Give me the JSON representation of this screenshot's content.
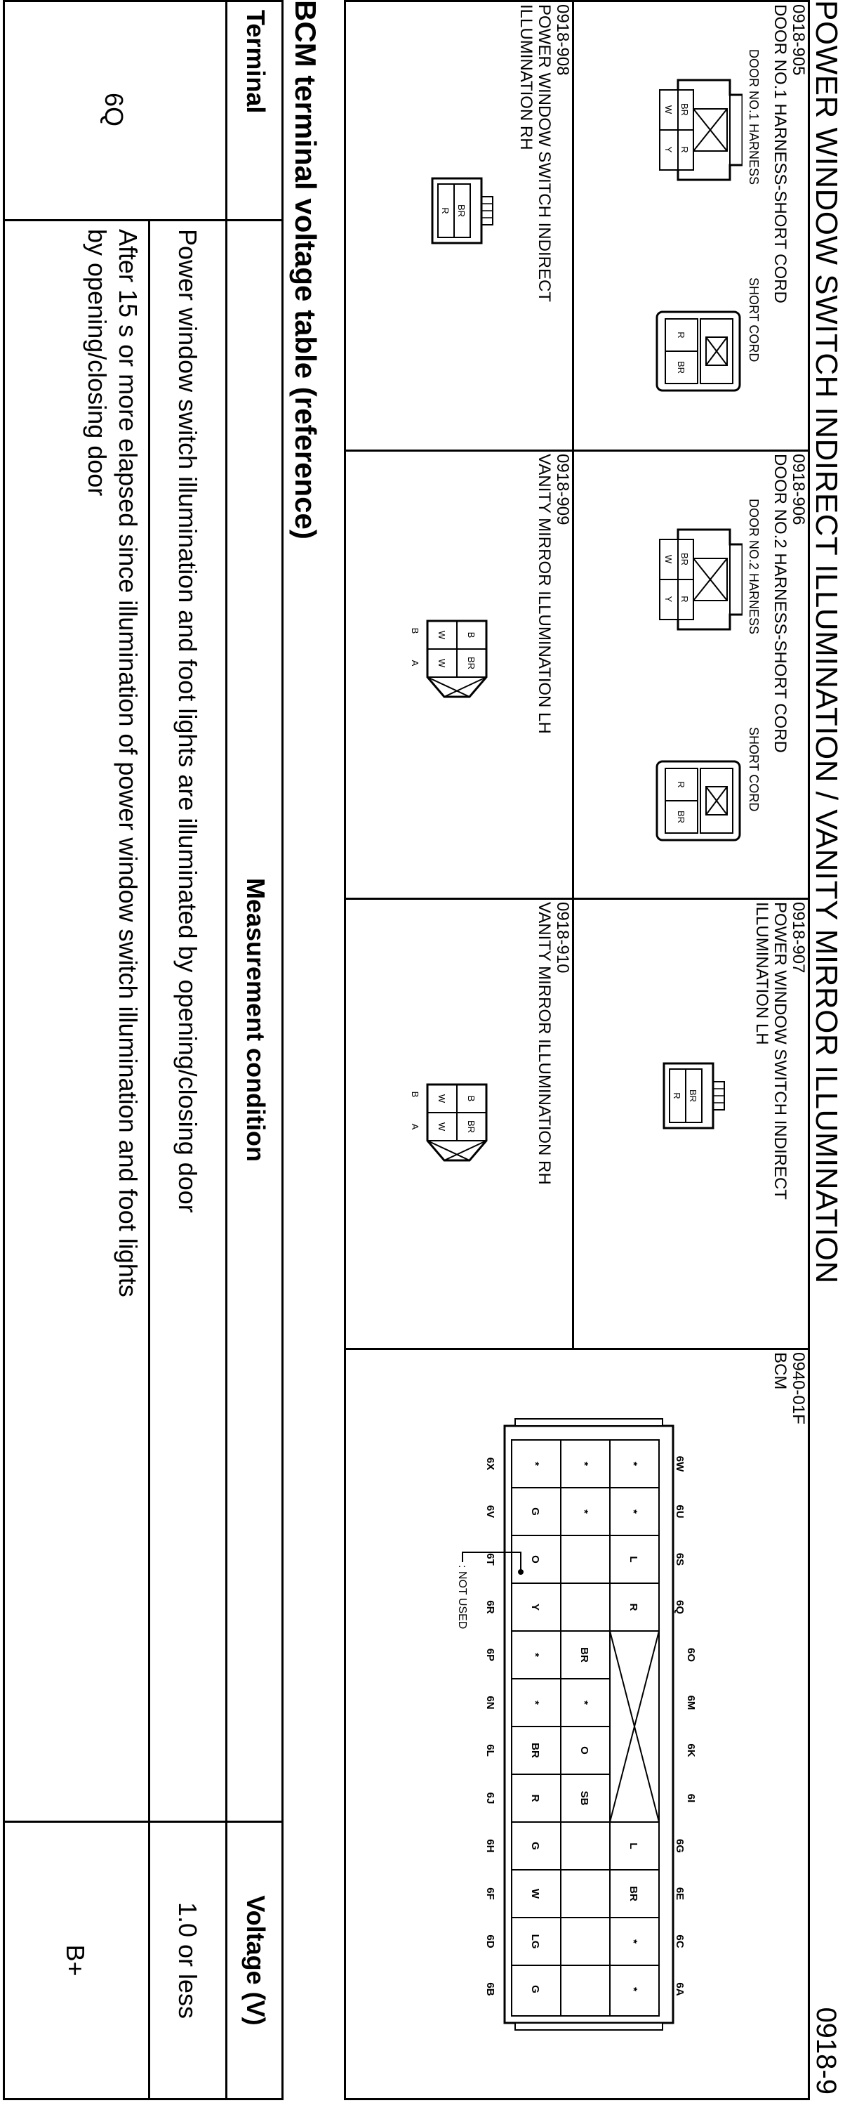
{
  "page": {
    "title": "POWER WINDOW SWITCH INDIRECT ILLUMINATION / VANITY MIRROR ILLUMINATION",
    "page_number": "0918-9"
  },
  "connectors": [
    {
      "id": "0918-905",
      "name": "DOOR NO.1 HARNESS-SHORT CORD",
      "harness_label": "DOOR NO.1 HARNESS",
      "cord_label": "SHORT CORD",
      "harness_pins": [
        "BR",
        "R",
        "W",
        "Y"
      ],
      "cord_pins": [
        "R",
        "BR"
      ]
    },
    {
      "id": "0918-906",
      "name": "DOOR NO.2 HARNESS-SHORT CORD",
      "harness_label": "DOOR NO.2 HARNESS",
      "cord_label": "SHORT CORD",
      "harness_pins": [
        "BR",
        "R",
        "W",
        "Y"
      ],
      "cord_pins": [
        "R",
        "BR"
      ]
    },
    {
      "id": "0918-907",
      "name_line1": "POWER WINDOW SWITCH INDIRECT",
      "name_line2": "ILLUMINATION LH",
      "pins": [
        "BR",
        "R"
      ]
    },
    {
      "id": "0918-908",
      "name_line1": "POWER WINDOW SWITCH INDIRECT",
      "name_line2": "ILLUMINATION RH",
      "pins": [
        "BR",
        "R"
      ]
    },
    {
      "id": "0918-909",
      "name": "VANITY MIRROR ILLUMINATION LH",
      "pins": [
        "B",
        "W",
        "BR",
        "W"
      ],
      "terminals": [
        "B",
        "A"
      ]
    },
    {
      "id": "0918-910",
      "name": "VANITY MIRROR ILLUMINATION RH",
      "pins": [
        "B",
        "W",
        "BR",
        "W"
      ],
      "terminals": [
        "B",
        "A"
      ]
    },
    {
      "id": "0940-01F",
      "name": "BCM",
      "not_used_label": ": NOT USED"
    }
  ],
  "bcm_connector": {
    "top_numbers": [
      "6W",
      "6U",
      "6S",
      "6Q",
      "6O",
      "6M",
      "6K",
      "6I",
      "6G",
      "6E",
      "6C",
      "6A"
    ],
    "bottom_numbers": [
      "6X",
      "6V",
      "6T",
      "6R",
      "6P",
      "6N",
      "6L",
      "6J",
      "6H",
      "6F",
      "6D",
      "6B"
    ],
    "row_top": [
      "*",
      "*",
      "L",
      "R",
      "",
      "",
      "",
      "",
      "L",
      "BR",
      "*",
      "*"
    ],
    "row_mid": [
      "*",
      "*",
      "",
      "",
      "BR",
      "*",
      "O",
      "SB",
      "",
      "",
      "",
      ""
    ],
    "row_bottom": [
      "*",
      "G",
      "O",
      "Y",
      "*",
      "*",
      "BR",
      "R",
      "G",
      "W",
      "LG",
      "G"
    ]
  },
  "voltage_table": {
    "title": "BCM terminal voltage table (reference)",
    "headers": {
      "terminal": "Terminal",
      "condition": "Measurement condition",
      "voltage": "Voltage (V)"
    },
    "terminal": "6Q",
    "rows": [
      {
        "condition": "Power window switch illumination and foot lights are illuminated by opening/closing door",
        "voltage": "1.0 or less"
      },
      {
        "condition_line1": "After 15 s or more elapsed since illumination of power window switch illumination and foot lights",
        "condition_line2": "by opening/closing door",
        "voltage": "B+"
      }
    ]
  }
}
